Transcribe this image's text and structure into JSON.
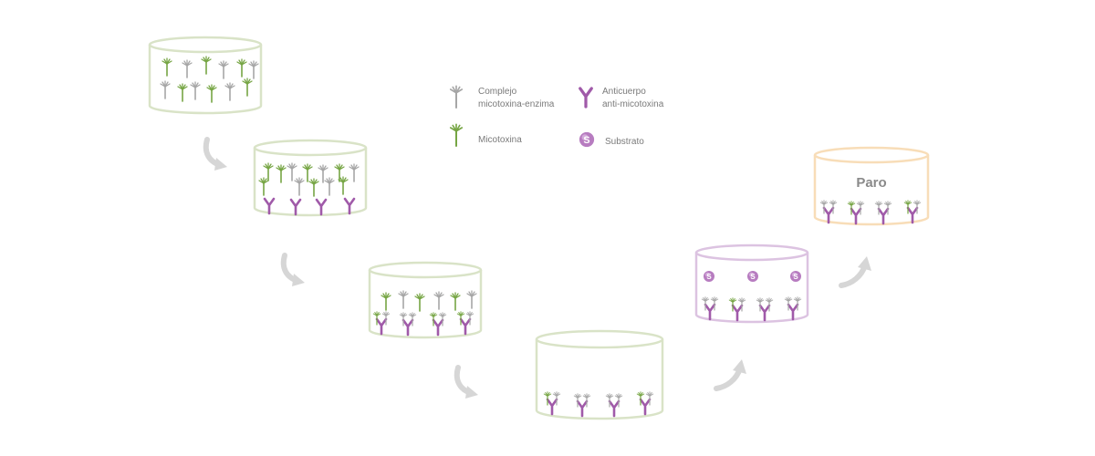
{
  "legend": {
    "complex_label_line1": "Complejo",
    "complex_label_line2": "micotoxina-enzima",
    "antibody_label_line1": "Anticuerpo",
    "antibody_label_line2": "anti-micotoxina",
    "mycotoxin_label": "Micotoxina",
    "substrate_label": "Substrato",
    "substrate_symbol": "S"
  },
  "stop_label": "Paro",
  "colors": {
    "well_green": "#d9e3c7",
    "well_purple": "#dcc3e1",
    "well_orange": "#f8ddb8",
    "mycotoxin_green": "#76a544",
    "complex_grey": "#a6a6a6",
    "antibody_purple": "#a05aa9",
    "substrate_purple": "#b77cc0",
    "arrow_grey": "#d6d6d6"
  },
  "icons": {
    "mycotoxin": "mycotoxin-icon",
    "complex": "complex-icon",
    "antibody": "antibody-icon",
    "substrate": "substrate-icon",
    "step_arrow": "curved-arrow-icon"
  }
}
